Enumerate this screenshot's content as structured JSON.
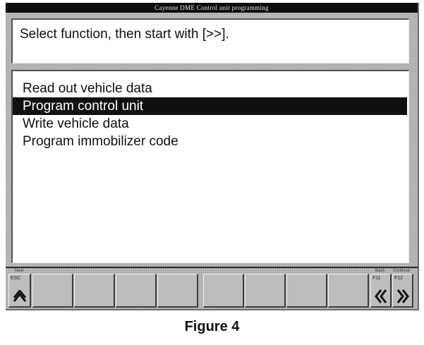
{
  "window": {
    "title": "Cayenne  DME  Control unit programming"
  },
  "prompt": {
    "text": "Select function, then start with [>>]."
  },
  "function_list": {
    "items": [
      {
        "label": "Read out vehicle data",
        "selected": false
      },
      {
        "label": "Program control unit",
        "selected": true
      },
      {
        "label": "Write vehicle data",
        "selected": false
      },
      {
        "label": "Program immobilizer code",
        "selected": false
      }
    ]
  },
  "toolbar": {
    "esc_above": "Next",
    "esc_key": "ESC",
    "f11_above": "Back",
    "f12_above": "Continue",
    "f11_key": "F11",
    "f12_key": "F12",
    "icons": {
      "esc": "up-chevron-icon",
      "f11": "double-left-chevron-icon",
      "f12": "double-right-chevron-icon"
    }
  },
  "caption": {
    "text": "Figure 4"
  }
}
